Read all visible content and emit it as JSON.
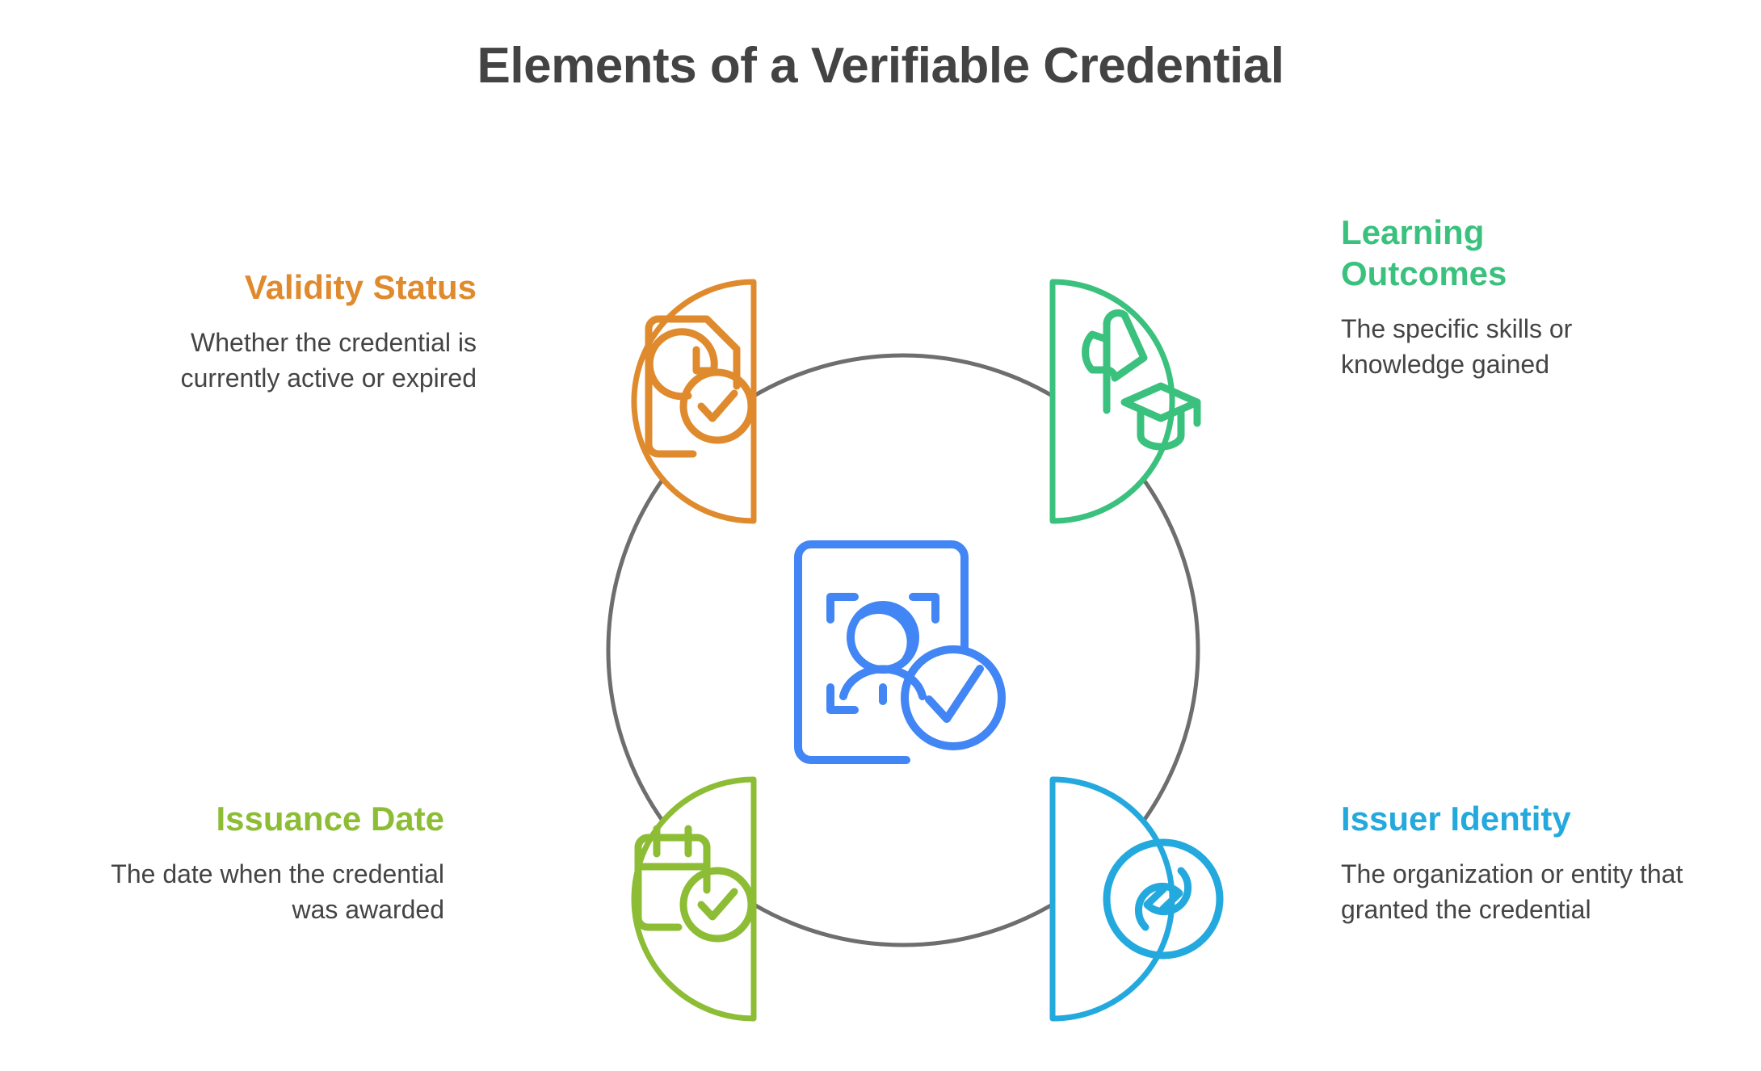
{
  "title": "Elements of a Verifiable Credential",
  "theme": {
    "title_color": "#434343",
    "body_color": "#444444",
    "ring_color": "#6E6E6E",
    "background": "#FFFFFF"
  },
  "center": {
    "icon": "id-card-face-scan-verified-icon",
    "color": "#4285F4"
  },
  "quadrants": [
    {
      "id": "validity-status",
      "heading": "Validity Status",
      "body": "Whether the credential is currently active or expired",
      "color": "#E08A2E",
      "icon": "document-clock-check-icon",
      "position": "top-left",
      "align": "right"
    },
    {
      "id": "learning-outcomes",
      "heading": "Learning Outcomes",
      "body": "The specific skills or knowledge gained",
      "color": "#3BC17E",
      "icon": "flag-graduation-cap-icon",
      "position": "top-right",
      "align": "left"
    },
    {
      "id": "issuance-date",
      "heading": "Issuance Date",
      "body": "The date when the credential was awarded",
      "color": "#8CBD34",
      "icon": "calendar-check-icon",
      "position": "bottom-left",
      "align": "right"
    },
    {
      "id": "issuer-identity",
      "heading": "Issuer Identity",
      "body": "The organization or entity that granted the credential",
      "color": "#23A9DD",
      "icon": "linked-circle-identity-icon",
      "position": "bottom-right",
      "align": "left"
    }
  ]
}
